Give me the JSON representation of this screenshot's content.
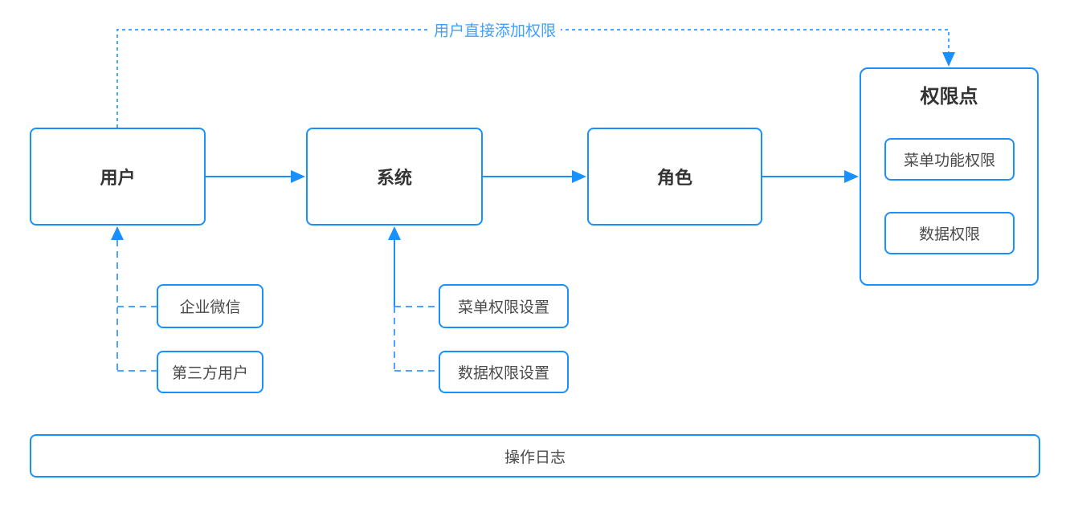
{
  "diagram": {
    "note_label": "用户直接添加权限",
    "nodes": {
      "user": "用户",
      "system": "系统",
      "role": "角色",
      "permission_point": "权限点",
      "menu_function_permission": "菜单功能权限",
      "data_permission": "数据权限",
      "enterprise_wechat": "企业微信",
      "third_party_user": "第三方用户",
      "menu_permission_setting": "菜单权限设置",
      "data_permission_setting": "数据权限设置",
      "operation_log": "操作日志"
    },
    "colors": {
      "accent": "#1890ff",
      "dash_line": "#4da3ff",
      "text_dark": "#333333",
      "text_gray": "#4a4a4a",
      "note_blue": "#40a0ff",
      "background": "#ffffff"
    }
  }
}
